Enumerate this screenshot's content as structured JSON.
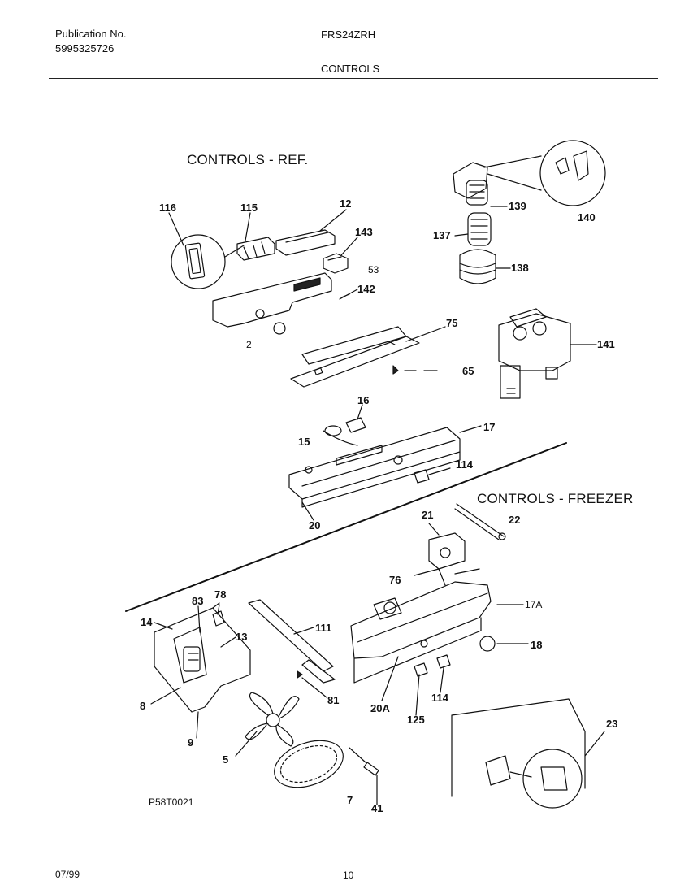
{
  "header": {
    "publication_label": "Publication No.",
    "publication_number": "5995325726",
    "model": "FRS24ZRH",
    "section": "CONTROLS"
  },
  "sections": {
    "ref_title": "CONTROLS - REF.",
    "freezer_title": "CONTROLS - FREEZER"
  },
  "callouts": {
    "c116": "116",
    "c115": "115",
    "c12": "12",
    "c143": "143",
    "c53": "53",
    "c142": "142",
    "c2": "2",
    "c75": "75",
    "c65": "65",
    "c139": "139",
    "c140": "140",
    "c137": "137",
    "c138": "138",
    "c141": "141",
    "c16": "16",
    "c17": "17",
    "c15": "15",
    "c114a": "114",
    "c20": "20",
    "c21": "21",
    "c22": "22",
    "c76": "76",
    "c17A": "17A",
    "c18": "18",
    "c83": "83",
    "c78": "78",
    "c14": "14",
    "c13": "13",
    "c111": "111",
    "c8": "8",
    "c81": "81",
    "c20A": "20A",
    "c114b": "114",
    "c125": "125",
    "c9": "9",
    "c5": "5",
    "c23": "23",
    "c7": "7",
    "c41": "41"
  },
  "footer": {
    "drawing_code": "P58T0021",
    "date": "07/99",
    "page": "10"
  }
}
